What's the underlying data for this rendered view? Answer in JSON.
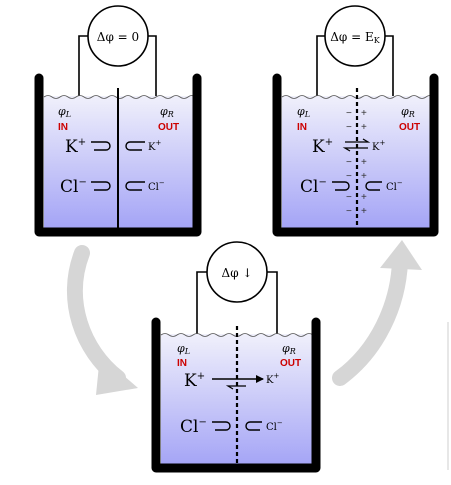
{
  "colors": {
    "water_top": "#f0f0fb",
    "water_bottom": "#a4a4f6",
    "container": "#000000",
    "label_red": "#cc0000",
    "arrow_gray": "#d6d6d6",
    "sign": "#333333"
  },
  "meters": {
    "top_left": "Δφ = 0",
    "top_right": "Δφ = E",
    "top_right_sub": "K",
    "bottom": "Δφ ↓"
  },
  "labels": {
    "phi": "φ",
    "phi_l_sub": "L",
    "phi_r_sub": "R",
    "in": "IN",
    "out": "OUT"
  },
  "ions": {
    "k_big": "K",
    "k_small": "K",
    "cl_big": "Cl",
    "cl_small": "Cl",
    "plus": "+",
    "minus": "−"
  },
  "charges": {
    "minus": "−",
    "plus": "+"
  },
  "icons": {
    "cycle": "curved-arrow-icon",
    "reflux": "return-arrow-icon"
  }
}
